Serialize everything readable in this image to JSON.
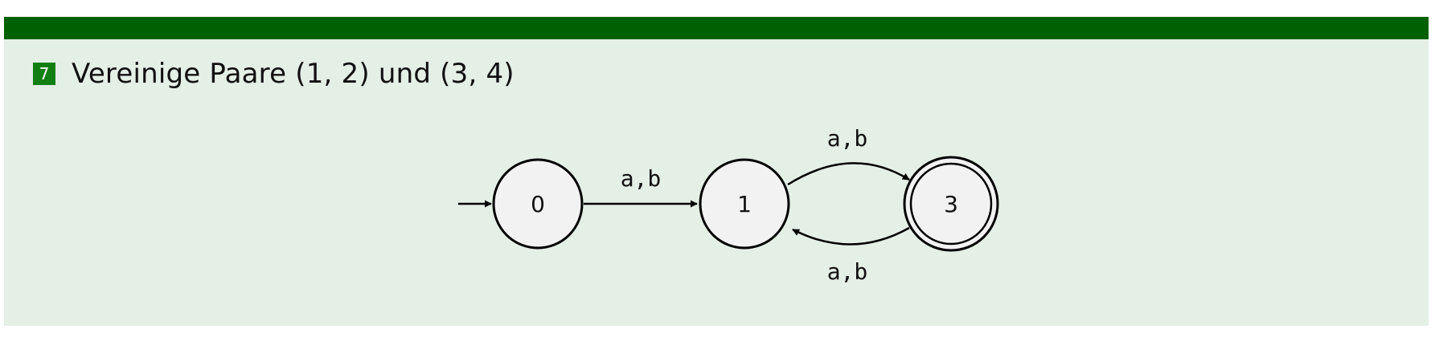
{
  "step": {
    "number": "7",
    "title": "Vereinige Paare (1, 2) und (3, 4)"
  },
  "automaton": {
    "states": [
      {
        "id": "0",
        "label": "0",
        "initial": true,
        "accepting": false
      },
      {
        "id": "1",
        "label": "1",
        "initial": false,
        "accepting": false
      },
      {
        "id": "3",
        "label": "3",
        "initial": false,
        "accepting": true
      }
    ],
    "transitions": [
      {
        "from": "0",
        "to": "1",
        "label": "a,b"
      },
      {
        "from": "1",
        "to": "3",
        "label": "a,b"
      },
      {
        "from": "3",
        "to": "1",
        "label": "a,b"
      }
    ]
  },
  "colors": {
    "header_bar": "#006100",
    "block_background": "#e4efe5",
    "badge": "#127f12",
    "state_fill": "#f2f2f2"
  }
}
